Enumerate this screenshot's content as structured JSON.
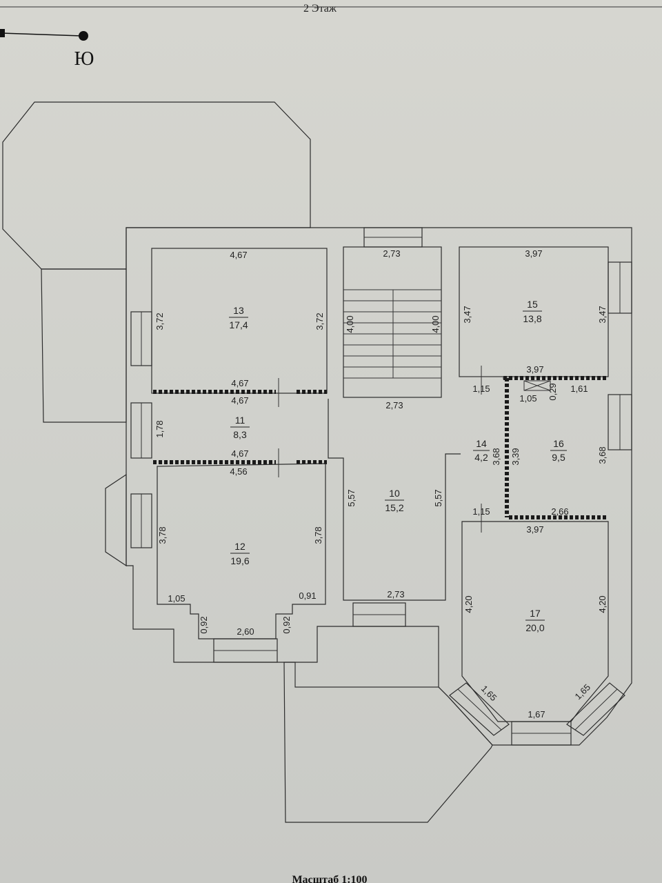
{
  "header": {
    "floor_title": "2 Этаж",
    "compass_label": "Ю"
  },
  "footer": {
    "scale_label": "Масштаб 1:100"
  },
  "rooms": [
    {
      "number": "13",
      "area": "17,4"
    },
    {
      "number": "11",
      "area": "8,3"
    },
    {
      "number": "12",
      "area": "19,6"
    },
    {
      "number": "10",
      "area": "15,2"
    },
    {
      "number": "15",
      "area": "13,8"
    },
    {
      "number": "14",
      "area": "4,2"
    },
    {
      "number": "16",
      "area": "9,5"
    },
    {
      "number": "17",
      "area": "20,0"
    }
  ],
  "dims": {
    "r13_top": "4,67",
    "r13_left": "3,72",
    "r13_right": "3,72",
    "r13_bottom": "4,67",
    "r11_top": "4,67",
    "r11_left": "1,78",
    "r11_bottom": "4,67",
    "r12_top": "4,56",
    "r12_left": "3,78",
    "r12_right": "3,78",
    "r12_bl": "1,05",
    "r12_br": "0,91",
    "r12_nl": "0,92",
    "r12_nr": "0,92",
    "r12_bottom": "2,60",
    "stair_top": "2,73",
    "stair_left": "4,00",
    "stair_right": "4,00",
    "stair_bottom": "2,73",
    "r10_left": "5,57",
    "r10_right": "5,57",
    "r10_bottom": "2,73",
    "r15_top": "3,97",
    "r15_left": "3,47",
    "r15_right": "3,47",
    "r15_bottom": "3,97",
    "r14_top": "1,15",
    "r14_left": "3,68",
    "r14_right": "3,39",
    "r14_bottom": "1,15",
    "r16_a": "1,05",
    "r16_b": "0,29",
    "r16_c": "1,61",
    "r16_right": "3,68",
    "r16_bottom": "2,66",
    "r17_top": "3,97",
    "r17_left": "4,20",
    "r17_right": "4,20",
    "r17_bl": "1,65",
    "r17_br": "1,65",
    "r17_bottom": "1,67"
  }
}
